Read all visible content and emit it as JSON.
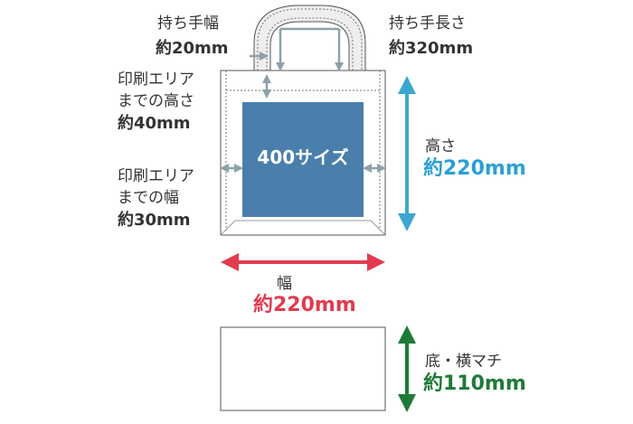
{
  "bag_label": "400サイズ",
  "handle_width": {
    "label": "持ち手幅",
    "value": "約20mm"
  },
  "handle_length": {
    "label": "持ち手長さ",
    "value": "約320mm"
  },
  "print_top": {
    "label_1": "印刷エリア",
    "label_2": "までの高さ",
    "value": "約40mm"
  },
  "print_side": {
    "label_1": "印刷エリア",
    "label_2": "までの幅",
    "value": "約30mm"
  },
  "height": {
    "label": "高さ",
    "value": "約220mm"
  },
  "width": {
    "label": "幅",
    "value": "約220mm"
  },
  "gusset": {
    "label": "底・横マチ",
    "value": "約110mm"
  },
  "colors": {
    "print_area": "#4a7fac",
    "height_arrow": "#3ba7d1",
    "height_text": "#2b9fd6",
    "width_arrow": "#e23b4f",
    "width_text": "#e23b4f",
    "gusset_arrow": "#1e7a37",
    "gusset_text": "#1e7a37",
    "guide_arrow": "#8ea1ab",
    "outline": "#555555"
  }
}
